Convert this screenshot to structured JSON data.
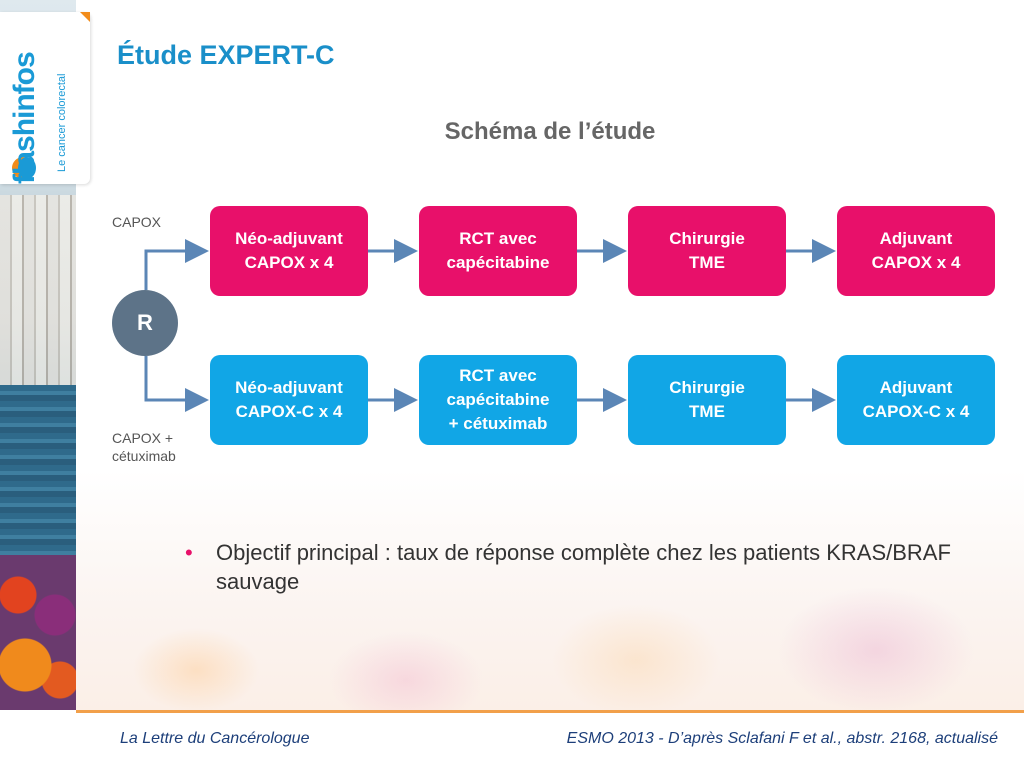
{
  "header": {
    "title": "Étude EXPERT-C",
    "subtitle": "Schéma de l’étude"
  },
  "logo": {
    "brand": "flashinfos",
    "tagline": "Le cancer colorectal"
  },
  "diagram": {
    "randomization_label": "R",
    "arms": [
      {
        "label": "CAPOX",
        "color": "#e8106a",
        "steps": [
          "Néo-adjuvant\nCAPOX x 4",
          "RCT avec\ncapécitabine",
          "Chirurgie\nTME",
          "Adjuvant\nCAPOX x 4"
        ]
      },
      {
        "label": "CAPOX +\ncétuximab",
        "color": "#11a6e6",
        "steps": [
          "Néo-adjuvant\nCAPOX-C x 4",
          "RCT avec\ncapécitabine\n+ cétuximab",
          "Chirurgie\nTME",
          "Adjuvant\nCAPOX-C x 4"
        ]
      }
    ],
    "connector_color": "#5b86b6"
  },
  "bullet": {
    "text": "Objectif principal : taux de réponse complète chez les patients KRAS/BRAF sauvage"
  },
  "footer": {
    "left": "La Lettre du Cancérologue",
    "right": "ESMO 2013 - D’après Sclafani F et al., abstr. 2168, actualisé"
  }
}
